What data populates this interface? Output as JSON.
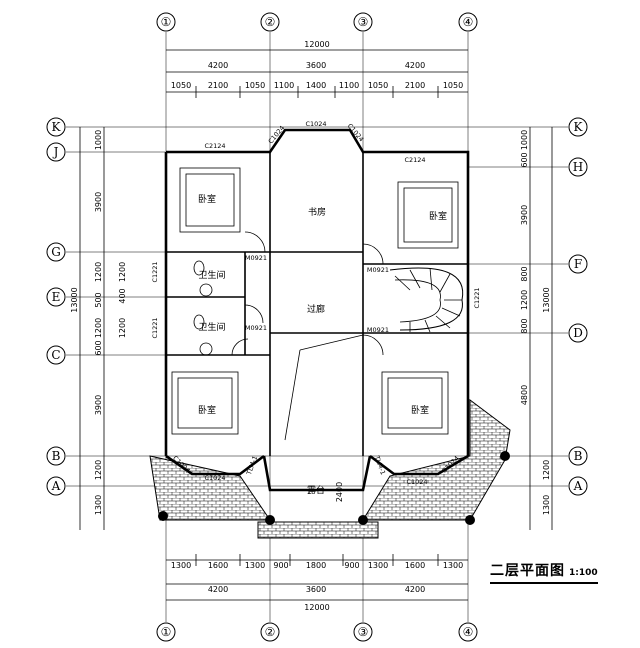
{
  "grid_axes": {
    "top": [
      "①",
      "②",
      "③",
      "④"
    ],
    "left": [
      "K",
      "J",
      "G",
      "E",
      "C",
      "B",
      "A"
    ],
    "right": [
      "K",
      "H",
      "F",
      "D",
      "B",
      "A"
    ]
  },
  "dims": {
    "top_total": "12000",
    "top_mid": [
      "4200",
      "3600",
      "4200"
    ],
    "top_detail": [
      "1050",
      "2100",
      "1050",
      "1100",
      "1400",
      "1100",
      "1050",
      "2100",
      "1050"
    ],
    "bottom_detail": [
      "1300",
      "1600",
      "1300",
      "900",
      "1800",
      "900",
      "1300",
      "1600",
      "1300"
    ],
    "bottom_mid": [
      "4200",
      "3600",
      "4200"
    ],
    "bottom_total": "12000",
    "left_outer": "13000",
    "left_inner": [
      "1000",
      "3900",
      "1200",
      "1200",
      "1200",
      "3900",
      "1200",
      "1300"
    ],
    "left_small": [
      "500",
      "400",
      "600"
    ],
    "right_outer": "13000",
    "right_inner": [
      "1000",
      "600",
      "3900",
      "800",
      "1200",
      "800",
      "4800",
      "1200",
      "1300"
    ]
  },
  "rooms": {
    "bedroom": "卧室",
    "study": "书房",
    "bath": "卫生间",
    "corridor": "过廊",
    "terrace": "露台"
  },
  "tags": {
    "c2124": "C2124",
    "c1024": "C1024",
    "c1221": "C1221",
    "m0921": "M0921",
    "tlm": "TLM-1",
    "terrace_dim": "2400"
  },
  "title": {
    "text": "二层平面图",
    "scale": "1:100"
  }
}
